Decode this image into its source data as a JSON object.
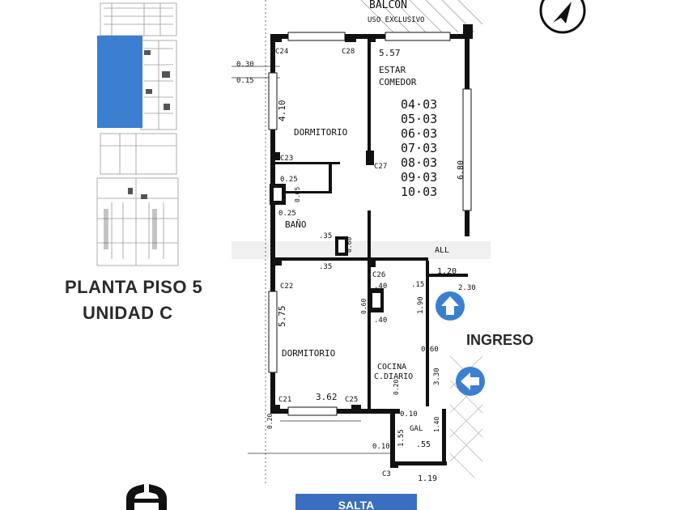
{
  "title": {
    "line1": "PLANTA PISO 5",
    "line2": "UNIDAD C"
  },
  "entrance_label": "INGRESO",
  "street_label": "SALTA",
  "colors": {
    "highlight": "#3a7fd0",
    "arrow": "#3a7fd0",
    "street": "#3a6fbf",
    "wall": "#111111"
  },
  "icons": {
    "compass": "north-arrow-icon",
    "logo": "brand-logo-icon",
    "entry_up": "arrow-up-icon",
    "entry_left": "arrow-left-icon"
  },
  "plan": {
    "top": {
      "balcony": "BALCON",
      "balcony_sub": "USO EXCLUSIVO"
    },
    "rooms": {
      "bed1": "DORMITORIO",
      "bed2": "DORMITORIO",
      "living1": "ESTAR",
      "living2": "COMEDOR",
      "bath": "BAÑO",
      "kitchen1": "COCINA",
      "kitchen2": "C.DIARIO",
      "gal": "GAL",
      "hall": "ALL"
    },
    "units": [
      "04·03",
      "05·03",
      "06·03",
      "07·03",
      "08·03",
      "09·03",
      "10·03"
    ],
    "dims": {
      "d557": "5.57",
      "d410": "4.10",
      "d680": "6.80",
      "d575": "5.75",
      "d362": "3.62",
      "d120": "1.20",
      "d190": "1.90",
      "d330": "3.30",
      "d155": "1.55",
      "d119": "1.19",
      "d030": "0.30",
      "d015": "0.15",
      "d025a": "0.25",
      "d025b": "0.25",
      "d065": "0.65",
      "d035a": ".35",
      "d035b": ".35",
      "d060a": "0.60",
      "d040a": ".40",
      "d040b": ".40",
      "d060b": "0.60",
      "d060c": "0.60",
      "d020a": "0.20",
      "d010a": "0.10",
      "d010b": "0.10",
      "d055": ".55",
      "d015b": ".15",
      "d230": "2.30",
      "d140": "1.40",
      "d0201": "0.20"
    },
    "columns": {
      "c24": "C24",
      "c28": "C28",
      "c23": "C23",
      "c27": "C27",
      "c26": "C26",
      "c22": "C22",
      "c21": "C21",
      "c25": "C25",
      "c3": "C3"
    }
  }
}
